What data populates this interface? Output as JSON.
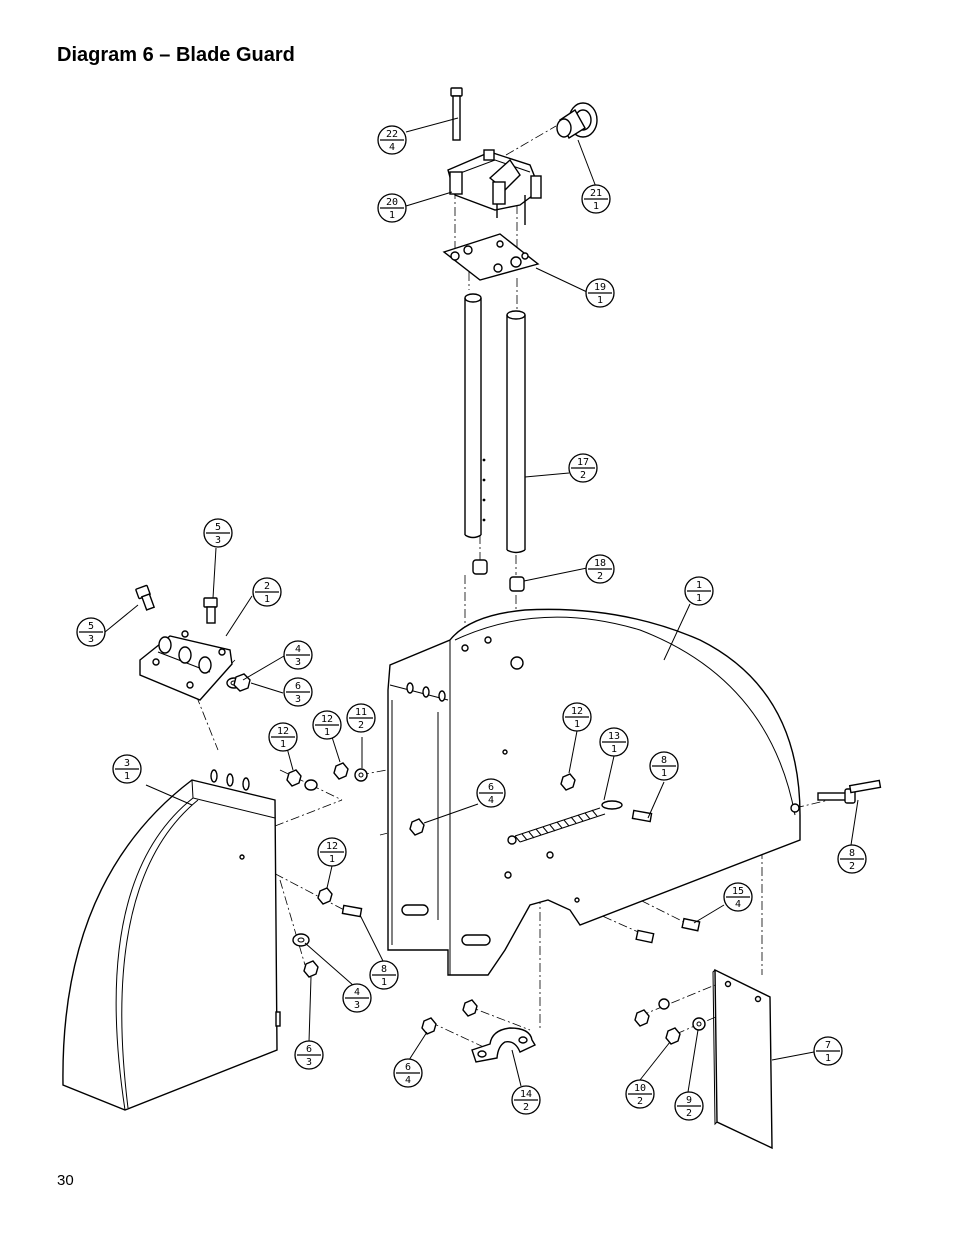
{
  "title": "Diagram 6 – Blade Guard",
  "page_number": "30",
  "callouts": [
    {
      "part": "22",
      "qty": "4"
    },
    {
      "part": "20",
      "qty": "1"
    },
    {
      "part": "21",
      "qty": "1"
    },
    {
      "part": "19",
      "qty": "1"
    },
    {
      "part": "17",
      "qty": "2"
    },
    {
      "part": "18",
      "qty": "2"
    },
    {
      "part": "5",
      "qty": "3"
    },
    {
      "part": "5",
      "qty": "3"
    },
    {
      "part": "2",
      "qty": "1"
    },
    {
      "part": "4",
      "qty": "3"
    },
    {
      "part": "6",
      "qty": "3"
    },
    {
      "part": "1",
      "qty": "1"
    },
    {
      "part": "12",
      "qty": "1"
    },
    {
      "part": "12",
      "qty": "1"
    },
    {
      "part": "11",
      "qty": "2"
    },
    {
      "part": "12",
      "qty": "1"
    },
    {
      "part": "13",
      "qty": "1"
    },
    {
      "part": "8",
      "qty": "1"
    },
    {
      "part": "3",
      "qty": "1"
    },
    {
      "part": "6",
      "qty": "4"
    },
    {
      "part": "8",
      "qty": "2"
    },
    {
      "part": "12",
      "qty": "1"
    },
    {
      "part": "15",
      "qty": "4"
    },
    {
      "part": "8",
      "qty": "1"
    },
    {
      "part": "4",
      "qty": "3"
    },
    {
      "part": "6",
      "qty": "3"
    },
    {
      "part": "6",
      "qty": "4"
    },
    {
      "part": "14",
      "qty": "2"
    },
    {
      "part": "10",
      "qty": "2"
    },
    {
      "part": "9",
      "qty": "2"
    },
    {
      "part": "7",
      "qty": "1"
    }
  ]
}
